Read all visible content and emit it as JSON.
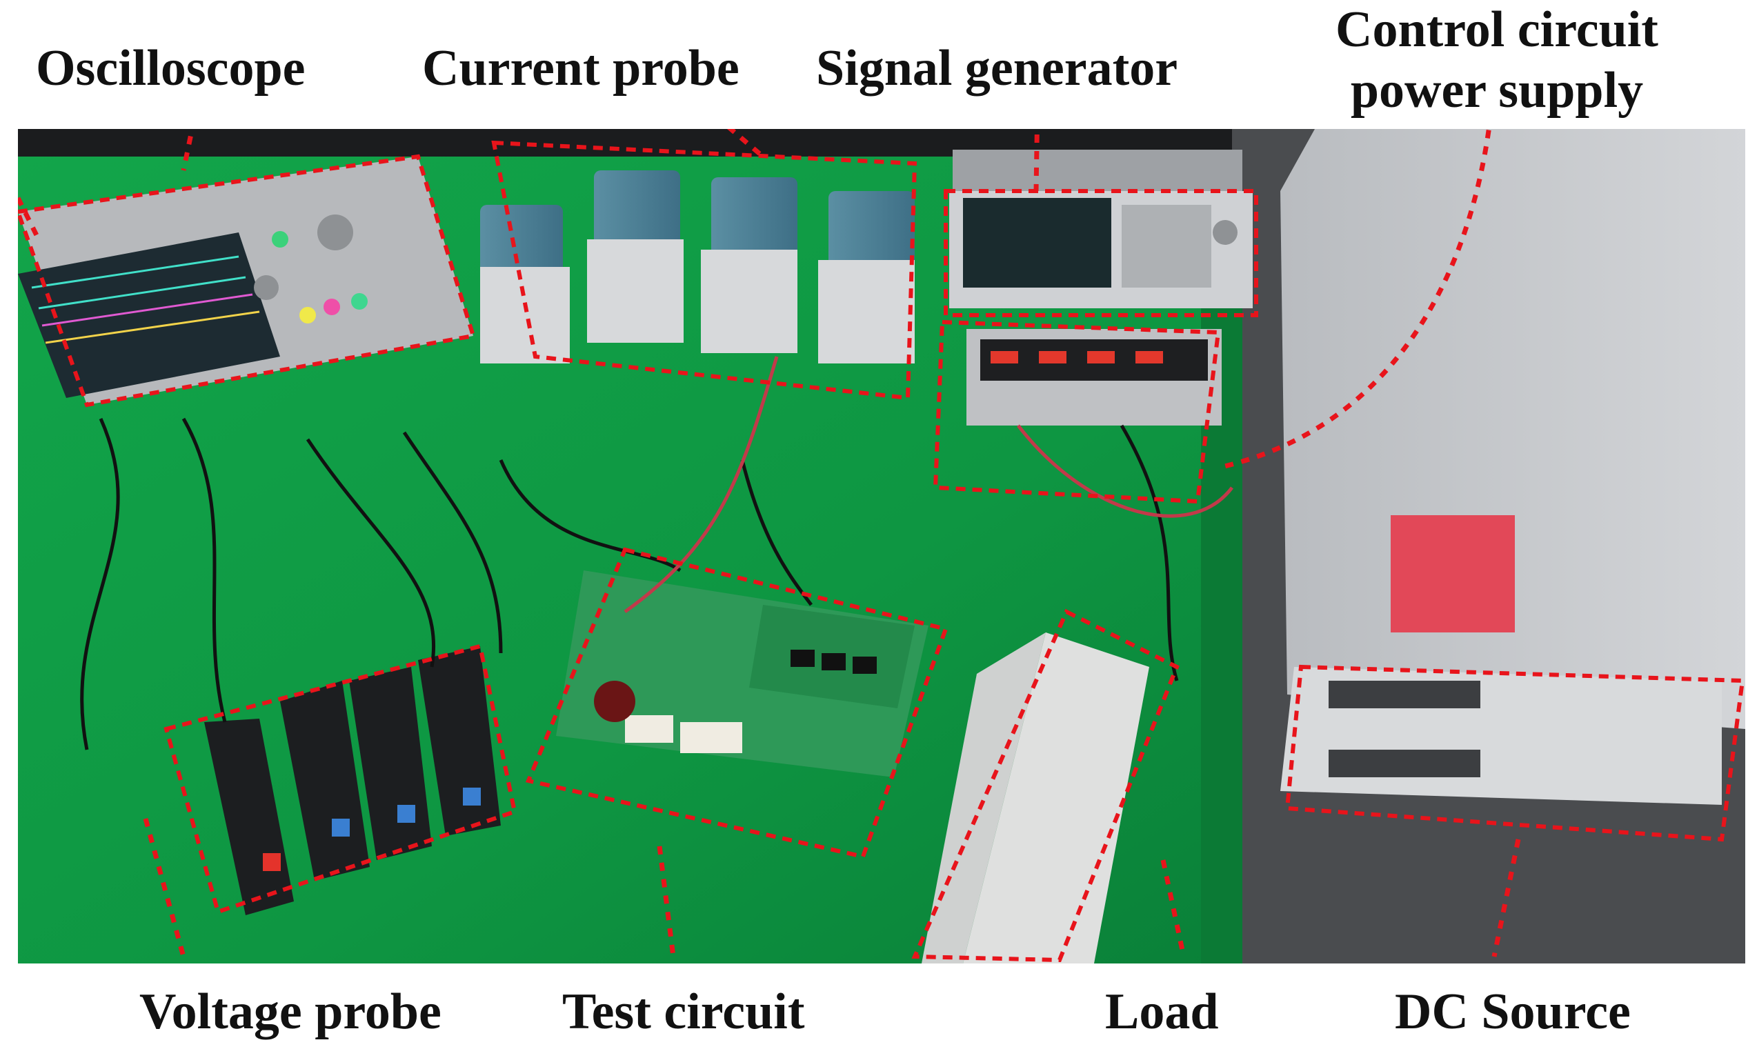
{
  "labels": {
    "oscilloscope": "Oscilloscope",
    "current_probe": "Current probe",
    "signal_generator": "Signal generator",
    "control_circuit_power_supply_line1": "Control circuit",
    "control_circuit_power_supply_line2": "power supply",
    "voltage_probe": "Voltage probe",
    "test_circuit": "Test circuit",
    "load": "Load",
    "dc_source": "DC Source"
  },
  "colors": {
    "bench_green": "#0f9a43",
    "annotation_red": "#e8141b",
    "label_text": "#111111"
  }
}
